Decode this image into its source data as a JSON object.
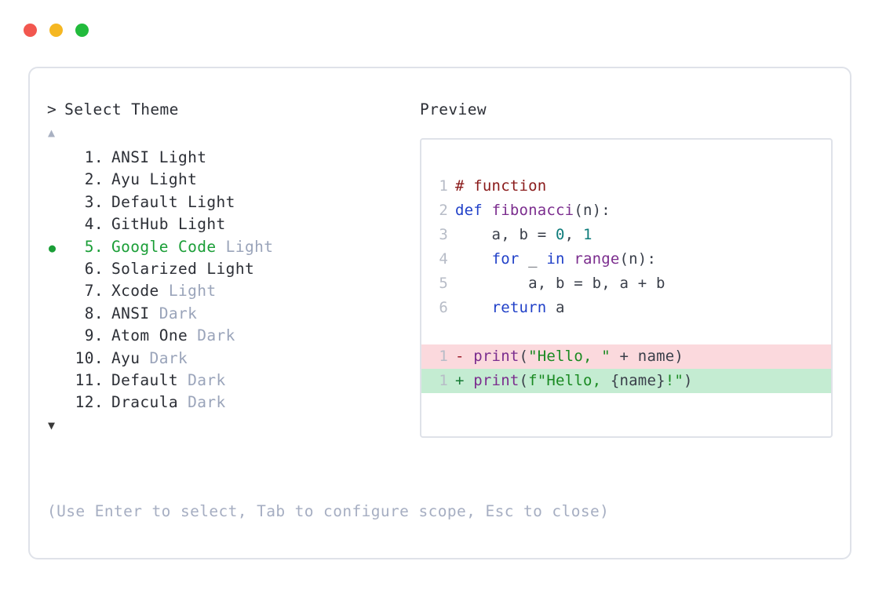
{
  "window": {
    "dots": [
      {
        "name": "close",
        "color": "#f2574f"
      },
      {
        "name": "minimize",
        "color": "#f5b722"
      },
      {
        "name": "maximize",
        "color": "#22bb3c"
      }
    ]
  },
  "prompt": {
    "caret": ">",
    "label": "Select Theme"
  },
  "scroll": {
    "up": "▲",
    "down": "▼"
  },
  "selection": {
    "marker": "●",
    "selected_index": 5,
    "accent": "#1a9e37"
  },
  "themes": [
    {
      "index": "1.",
      "name": "ANSI Light",
      "variant": "",
      "selected": false
    },
    {
      "index": "2.",
      "name": "Ayu Light",
      "variant": "",
      "selected": false
    },
    {
      "index": "3.",
      "name": "Default Light",
      "variant": "",
      "selected": false
    },
    {
      "index": "4.",
      "name": "GitHub Light",
      "variant": "",
      "selected": false
    },
    {
      "index": "5.",
      "name": "Google Code",
      "variant": "Light",
      "selected": true
    },
    {
      "index": "6.",
      "name": "Solarized Light",
      "variant": "",
      "selected": false
    },
    {
      "index": "7.",
      "name": "Xcode",
      "variant": "Light",
      "selected": false
    },
    {
      "index": "8.",
      "name": "ANSI",
      "variant": "Dark",
      "selected": false
    },
    {
      "index": "9.",
      "name": "Atom One",
      "variant": "Dark",
      "selected": false
    },
    {
      "index": "10.",
      "name": "Ayu",
      "variant": "Dark",
      "selected": false
    },
    {
      "index": "11.",
      "name": "Default",
      "variant": "Dark",
      "selected": false
    },
    {
      "index": "12.",
      "name": "Dracula",
      "variant": "Dark",
      "selected": false
    }
  ],
  "preview": {
    "title": "Preview",
    "code_lines": [
      {
        "n": "1",
        "tokens": [
          {
            "t": "# function",
            "c": "tok-comment"
          }
        ]
      },
      {
        "n": "2",
        "tokens": [
          {
            "t": "def ",
            "c": "tok-keyword"
          },
          {
            "t": "fibonacci",
            "c": "tok-func"
          },
          {
            "t": "(n):",
            "c": "tok-plain"
          }
        ]
      },
      {
        "n": "3",
        "tokens": [
          {
            "t": "    a, b = ",
            "c": "tok-plain"
          },
          {
            "t": "0",
            "c": "tok-num"
          },
          {
            "t": ", ",
            "c": "tok-plain"
          },
          {
            "t": "1",
            "c": "tok-num"
          }
        ]
      },
      {
        "n": "4",
        "tokens": [
          {
            "t": "    ",
            "c": "tok-plain"
          },
          {
            "t": "for",
            "c": "tok-keyword"
          },
          {
            "t": " _ ",
            "c": "tok-plain"
          },
          {
            "t": "in",
            "c": "tok-keyword"
          },
          {
            "t": " ",
            "c": "tok-plain"
          },
          {
            "t": "range",
            "c": "tok-func"
          },
          {
            "t": "(n):",
            "c": "tok-plain"
          }
        ]
      },
      {
        "n": "5",
        "tokens": [
          {
            "t": "        a, b = b, a + b",
            "c": "tok-plain"
          }
        ]
      },
      {
        "n": "6",
        "tokens": [
          {
            "t": "    ",
            "c": "tok-plain"
          },
          {
            "t": "return",
            "c": "tok-keyword"
          },
          {
            "t": " a",
            "c": "tok-plain"
          }
        ]
      }
    ],
    "diff_lines": [
      {
        "n": "1",
        "sign": "-",
        "kind": "del",
        "tokens": [
          {
            "t": "print",
            "c": "tok-builtin"
          },
          {
            "t": "(",
            "c": "tok-plain"
          },
          {
            "t": "\"Hello, \"",
            "c": "tok-string"
          },
          {
            "t": " + name)",
            "c": "tok-plain"
          }
        ]
      },
      {
        "n": "1",
        "sign": "+",
        "kind": "add",
        "tokens": [
          {
            "t": "print",
            "c": "tok-builtin"
          },
          {
            "t": "(",
            "c": "tok-plain"
          },
          {
            "t": "f\"Hello, ",
            "c": "tok-string"
          },
          {
            "t": "{name}",
            "c": "tok-plain"
          },
          {
            "t": "!\"",
            "c": "tok-string"
          },
          {
            "t": ")",
            "c": "tok-plain"
          }
        ]
      }
    ]
  },
  "hint": "(Use Enter to select, Tab to configure scope, Esc to close)"
}
